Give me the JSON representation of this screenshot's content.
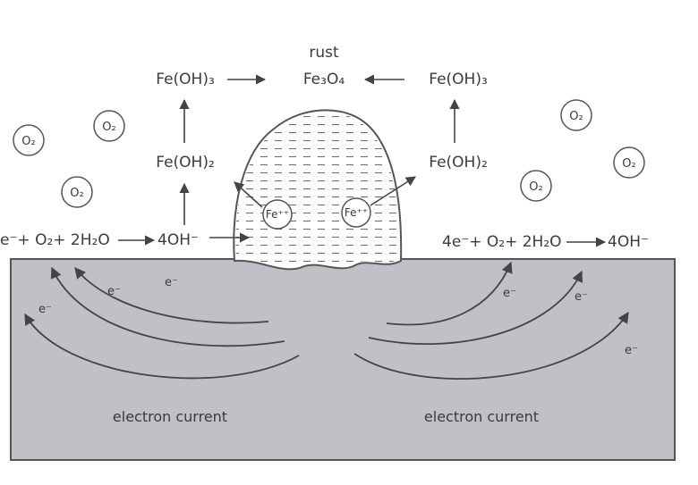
{
  "colors": {
    "metal_fill": "#bfc1c6",
    "outline": "#555555",
    "arrow": "#444444",
    "text": "#3b3b3b"
  },
  "labels": {
    "rust": "rust",
    "fe3o4": "Fe₃O₄",
    "fe_oh3_left": "Fe(OH)₃",
    "fe_oh3_right": "Fe(OH)₃",
    "fe_oh2_left": "Fe(OH)₂",
    "fe_oh2_right": "Fe(OH)₂",
    "reaction_left": "e⁻+ O₂+ 2H₂O",
    "oh_left": "4OH⁻",
    "reaction_right": "4e⁻+ O₂+ 2H₂O",
    "oh_right": "4OH⁻",
    "fe_ion_1": "Fe⁺⁺",
    "fe_ion_2": "Fe⁺⁺",
    "o2": "O₂",
    "electron": "e⁻",
    "current_left": "electron current",
    "current_right": "electron current"
  }
}
